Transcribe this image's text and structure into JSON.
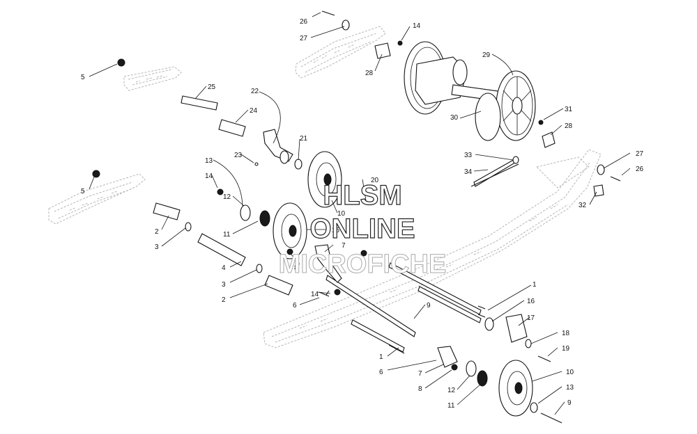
{
  "watermark": {
    "line1": "HLSM",
    "line2": "ONLINE",
    "line3": "MICROFICHE"
  },
  "callouts": [
    {
      "id": "c26a",
      "text": "26"
    },
    {
      "id": "c27a",
      "text": "27"
    },
    {
      "id": "c14a",
      "text": "14"
    },
    {
      "id": "c28a",
      "text": "28"
    },
    {
      "id": "c29",
      "text": "29"
    },
    {
      "id": "c30",
      "text": "30"
    },
    {
      "id": "c31",
      "text": "31"
    },
    {
      "id": "c28b",
      "text": "28"
    },
    {
      "id": "c33",
      "text": "33"
    },
    {
      "id": "c34",
      "text": "34"
    },
    {
      "id": "c27b",
      "text": "27"
    },
    {
      "id": "c26b",
      "text": "26"
    },
    {
      "id": "c32",
      "text": "32"
    },
    {
      "id": "c5a",
      "text": "5"
    },
    {
      "id": "c25",
      "text": "25"
    },
    {
      "id": "c22",
      "text": "22"
    },
    {
      "id": "c24",
      "text": "24"
    },
    {
      "id": "c21",
      "text": "21"
    },
    {
      "id": "c23",
      "text": "23"
    },
    {
      "id": "c13a",
      "text": "13"
    },
    {
      "id": "c14b",
      "text": "14"
    },
    {
      "id": "c20",
      "text": "20"
    },
    {
      "id": "c5b",
      "text": "5"
    },
    {
      "id": "c12a",
      "text": "12"
    },
    {
      "id": "c10a",
      "text": "10"
    },
    {
      "id": "c2a",
      "text": "2"
    },
    {
      "id": "c11a",
      "text": "11"
    },
    {
      "id": "c15",
      "text": "15"
    },
    {
      "id": "c3a",
      "text": "3"
    },
    {
      "id": "c7a",
      "text": "7"
    },
    {
      "id": "c4",
      "text": "4"
    },
    {
      "id": "c8a",
      "text": "8"
    },
    {
      "id": "c3b",
      "text": "3"
    },
    {
      "id": "c14c",
      "text": "14"
    },
    {
      "id": "c2b",
      "text": "2"
    },
    {
      "id": "c6a",
      "text": "6"
    },
    {
      "id": "c1a",
      "text": "1"
    },
    {
      "id": "c16",
      "text": "16"
    },
    {
      "id": "c9a",
      "text": "9"
    },
    {
      "id": "c17",
      "text": "17"
    },
    {
      "id": "c18",
      "text": "18"
    },
    {
      "id": "c19",
      "text": "19"
    },
    {
      "id": "c1b",
      "text": "1"
    },
    {
      "id": "c6b",
      "text": "6"
    },
    {
      "id": "c7b",
      "text": "7"
    },
    {
      "id": "c10b",
      "text": "10"
    },
    {
      "id": "c12b",
      "text": "12"
    },
    {
      "id": "c8b",
      "text": "8"
    },
    {
      "id": "c13b",
      "text": "13"
    },
    {
      "id": "c11b",
      "text": "11"
    },
    {
      "id": "c9b",
      "text": "9"
    }
  ]
}
